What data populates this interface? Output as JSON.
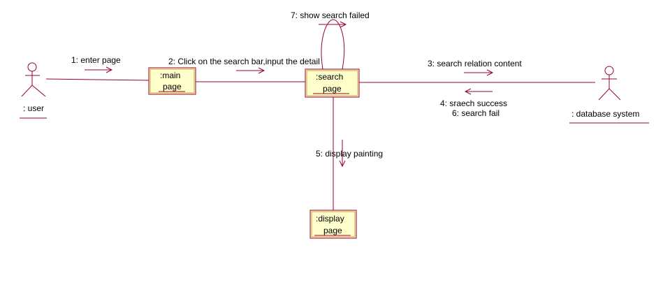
{
  "diagram": {
    "actors": {
      "user": {
        "label": ": user"
      },
      "database": {
        "label": ": database system"
      }
    },
    "objects": {
      "main": {
        "line1": ":main",
        "line2": "page"
      },
      "search": {
        "line1": ":search",
        "line2": "page"
      },
      "display": {
        "line1": ":display",
        "line2": "page"
      }
    },
    "messages": {
      "m1": "1: enter page",
      "m2": "2: Click on the search bar,input the detail",
      "m3": "3: search relation content",
      "m4": "4: sraech success",
      "m6": "6: search fail",
      "m5": "5: display painting",
      "m7": "7: show search failed"
    },
    "colors": {
      "line": "#990033",
      "object_fill": "#ffffcc",
      "object_inner_border": "#c8a24c",
      "text": "#000000"
    }
  }
}
